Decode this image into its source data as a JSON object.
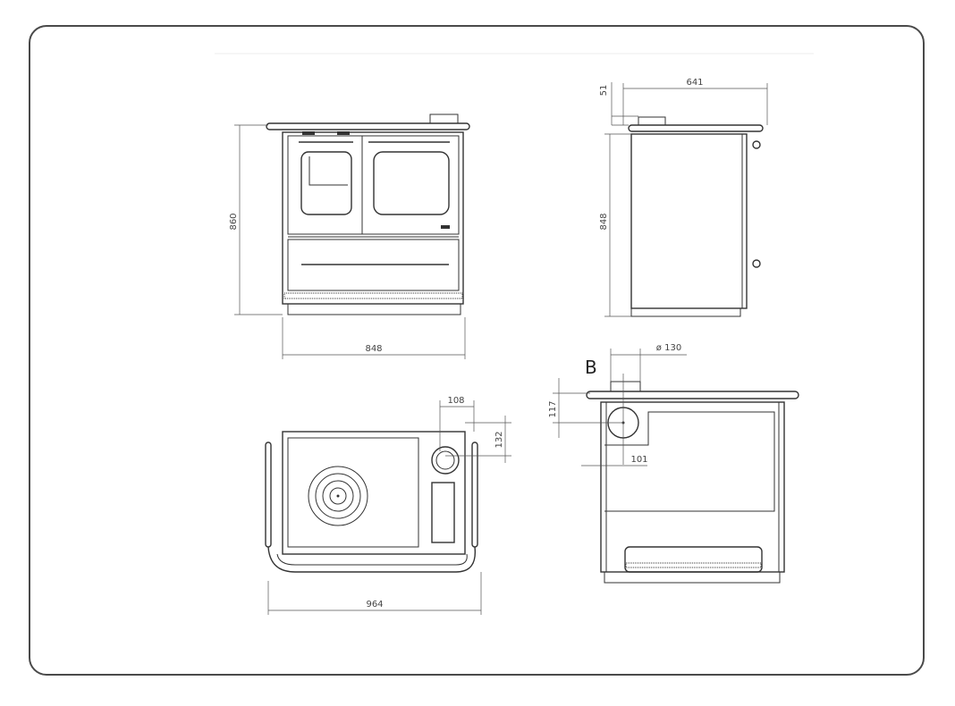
{
  "drawing": {
    "front_view": {
      "height_dim": "860",
      "width_dim": "848"
    },
    "side_view": {
      "depth_dim": "641",
      "top_offset_dim": "51",
      "height_dim": "848"
    },
    "top_view": {
      "width_dim": "964",
      "flue_x_dim": "108",
      "flue_y_dim": "132"
    },
    "rear_view": {
      "label": "B",
      "flue_diameter_dim": "ø 130",
      "flue_height_dim": "117",
      "flue_offset_dim": "101"
    }
  }
}
